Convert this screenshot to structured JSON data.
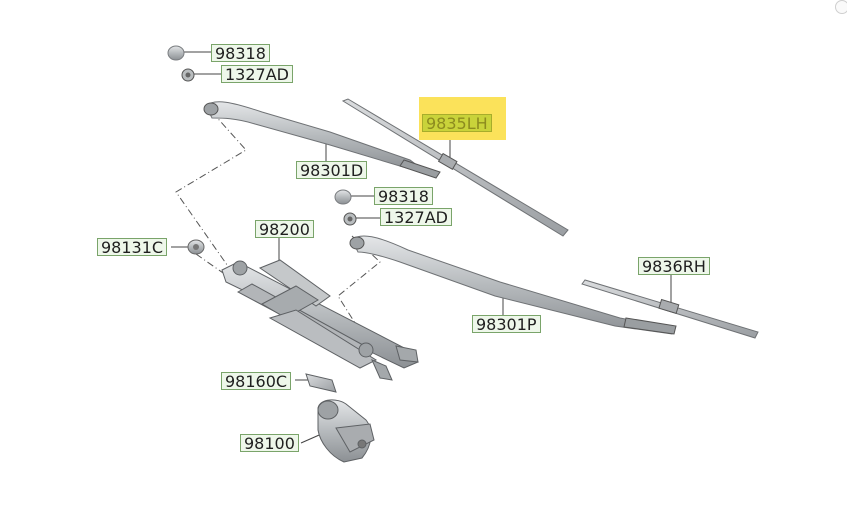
{
  "callouts": [
    {
      "id": "98318-top",
      "text": "98318"
    },
    {
      "id": "1327AD-top",
      "text": "1327AD"
    },
    {
      "id": "9835LH",
      "text": "9835LH",
      "highlight": true
    },
    {
      "id": "98301D",
      "text": "98301D"
    },
    {
      "id": "98318-mid",
      "text": "98318"
    },
    {
      "id": "1327AD-mid",
      "text": "1327AD"
    },
    {
      "id": "98200",
      "text": "98200"
    },
    {
      "id": "98131C",
      "text": "98131C"
    },
    {
      "id": "9836RH",
      "text": "9836RH"
    },
    {
      "id": "98301P",
      "text": "98301P"
    },
    {
      "id": "98160C",
      "text": "98160C"
    },
    {
      "id": "98100",
      "text": "98100"
    }
  ],
  "colors": {
    "label_bg": "#eef7ea",
    "label_border": "#7aa46a",
    "highlight": "#fbe25a",
    "part_fill": "#c9ccce",
    "part_stroke": "#6f7275"
  }
}
